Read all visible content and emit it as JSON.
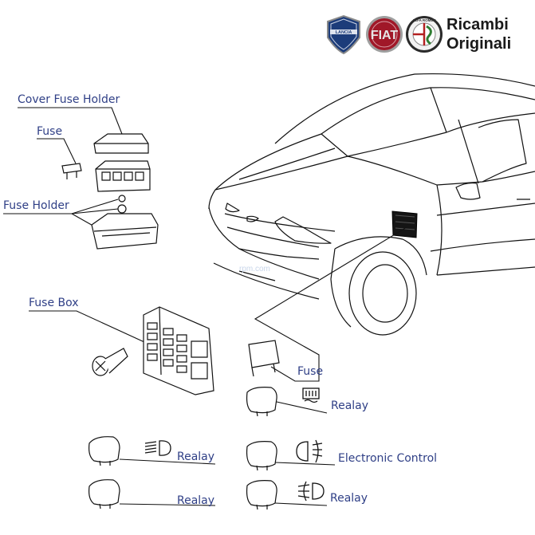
{
  "brand": {
    "logos": {
      "lancia": "LANCIA",
      "fiat": "FIAT",
      "alfa": "ALFA ROMEO"
    },
    "title_line1": "Ricambi",
    "title_line2": "Originali"
  },
  "watermark": "rpm.com",
  "labels": {
    "cover_fuse_holder": "Cover Fuse Holder",
    "fuse_top": "Fuse",
    "fuse_holder": "Fuse Holder",
    "fuse_box": "Fuse Box",
    "fuse_right": "Fuse",
    "realay_1": "Realay",
    "realay_2": "Realay",
    "realay_3": "Realay",
    "realay_4": "Realay",
    "electronic_control": "Electronic Control"
  },
  "icons": [
    "rear-defrost-icon",
    "headlight-icon",
    "fog-light-icon",
    "front-fog-light-icon"
  ],
  "colors": {
    "label": "#2f3f86",
    "line": "#000000",
    "lancia": "#1c3c7a",
    "fiat": "#a01828",
    "alfa": "#b32020"
  }
}
